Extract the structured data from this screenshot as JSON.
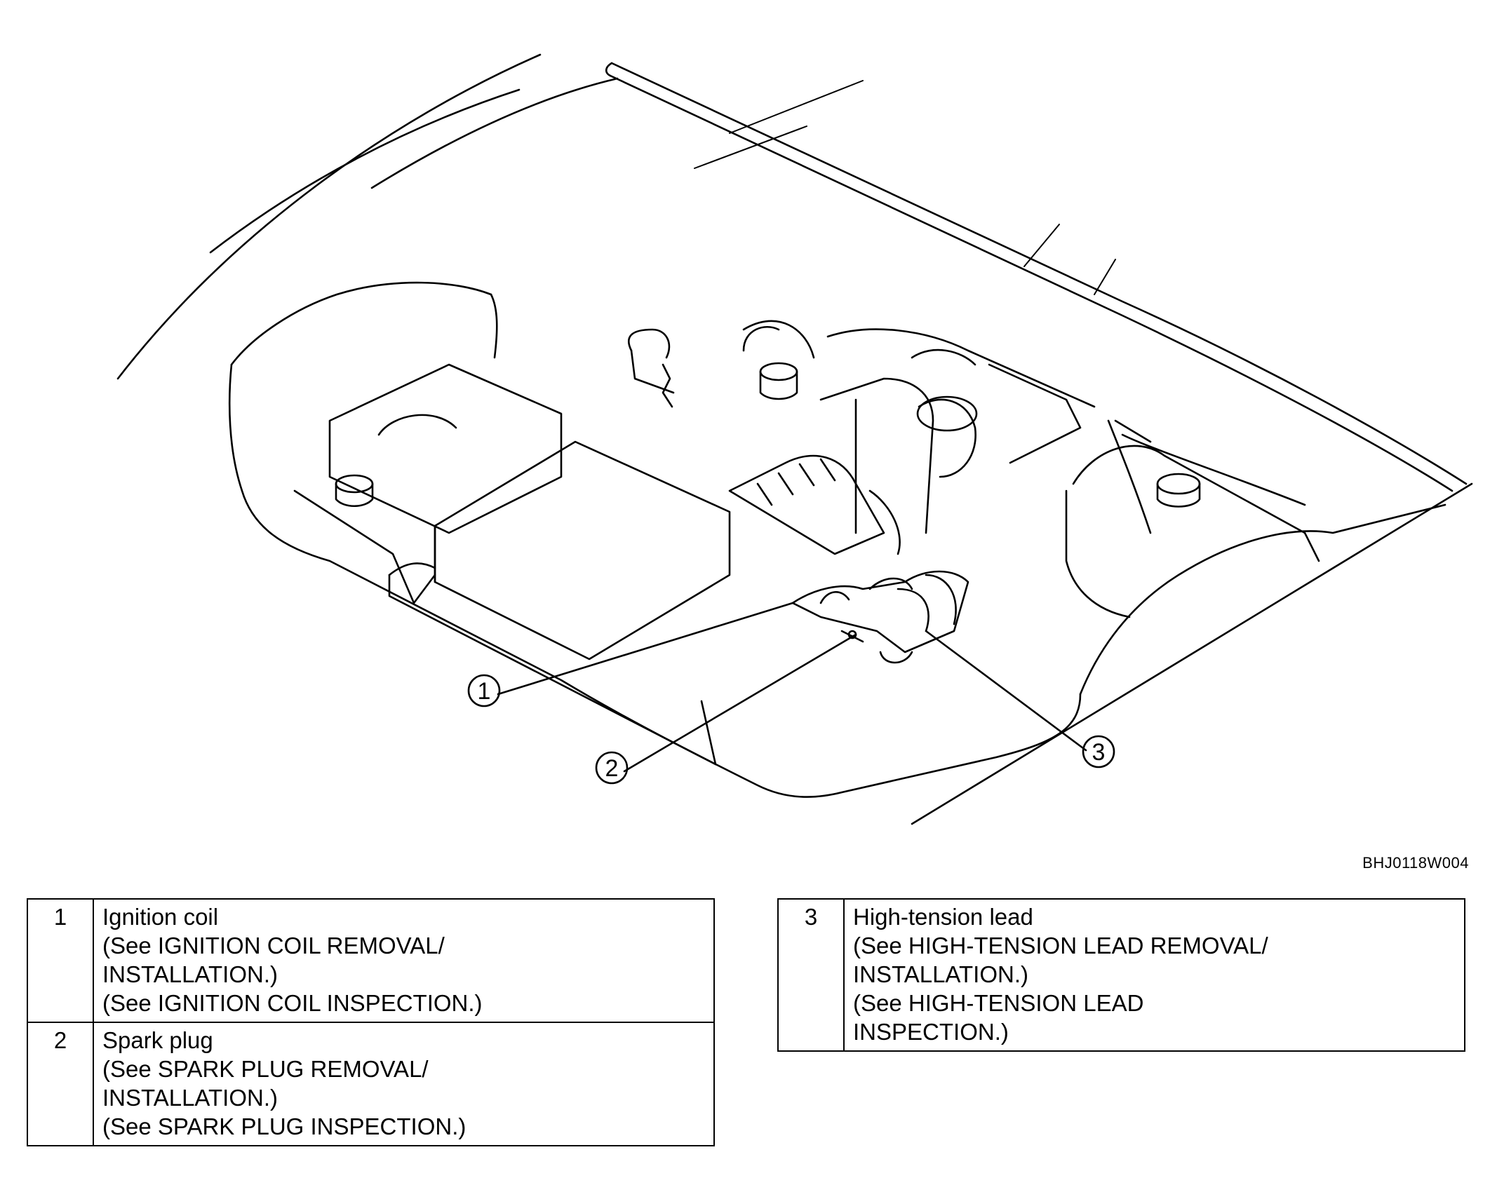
{
  "figure": {
    "code": "BHJ0118W004",
    "callouts": [
      {
        "id": "1",
        "label": "①"
      },
      {
        "id": "2",
        "label": "②"
      },
      {
        "id": "3",
        "label": "③"
      }
    ]
  },
  "legend": {
    "left": [
      {
        "num": "1",
        "lines": [
          "Ignition coil",
          "(See IGNITION COIL REMOVAL/",
          "INSTALLATION.)",
          "(See IGNITION COIL INSPECTION.)"
        ]
      },
      {
        "num": "2",
        "lines": [
          "Spark plug",
          "(See SPARK PLUG REMOVAL/",
          "INSTALLATION.)",
          "(See SPARK PLUG INSPECTION.)"
        ]
      }
    ],
    "right": [
      {
        "num": "3",
        "lines": [
          "High-tension lead",
          "(See HIGH-TENSION LEAD REMOVAL/",
          "INSTALLATION.)",
          "(See HIGH-TENSION LEAD",
          "INSPECTION.)"
        ]
      }
    ]
  }
}
